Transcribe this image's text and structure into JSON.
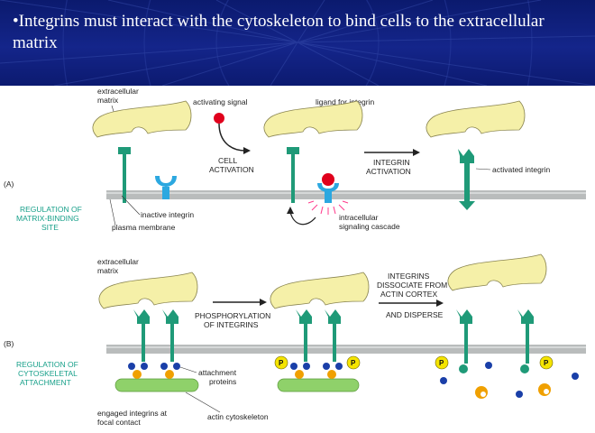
{
  "title": "•Integrins must interact with the cytoskeleton to bind cells to the extracellular matrix",
  "panel_a": {
    "tag": "(A)",
    "caption": [
      "REGULATION OF",
      "MATRIX-BINDING",
      "SITE"
    ],
    "extracellular_matrix": [
      "extracellular",
      "matrix"
    ],
    "activating_signal": "activating signal",
    "cell_activation": [
      "CELL",
      "ACTIVATION"
    ],
    "ligand": "ligand for integrin",
    "integrin_activation": [
      "INTEGRIN",
      "ACTIVATION"
    ],
    "activated_integrin": "activated integrin",
    "inactive_integrin": "inactive integrin",
    "plasma_membrane": "plasma membrane",
    "intracellular_cascade": [
      "intracellular",
      "signaling cascade"
    ]
  },
  "panel_b": {
    "tag": "(B)",
    "caption": [
      "REGULATION OF",
      "CYTOSKELETAL",
      "ATTACHMENT"
    ],
    "extracellular_matrix": [
      "extracellular",
      "matrix"
    ],
    "phosphorylation": [
      "PHOSPHORYLATION",
      "OF INTEGRINS"
    ],
    "dissociate": [
      "INTEGRINS",
      "DISSOCIATE FROM",
      "ACTIN CORTEX"
    ],
    "and_disperse": "AND DISPERSE",
    "attachment_proteins": [
      "attachment",
      "proteins"
    ],
    "engaged_integrins": [
      "engaged integrins at",
      "focal contact"
    ],
    "actin_cytoskeleton": "actin cytoskeleton",
    "phospho_label": "P"
  },
  "colors": {
    "title_bg": "#14258a",
    "integrin": "#1f9a78",
    "matrix": "#f5f0a8",
    "membrane": "#b9bcbc",
    "actin": "#8fd16a",
    "ligand": "#e0001c",
    "signal_protein": "#2ca8e0",
    "attachment_blue": "#1a3fa8",
    "attachment_orange": "#f0a000",
    "phospho": "#f5e400"
  }
}
